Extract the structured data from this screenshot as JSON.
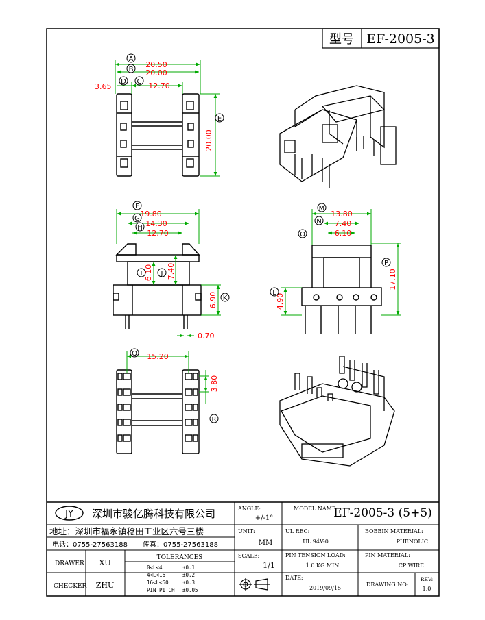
{
  "title_block": {
    "header_label": "型号",
    "header_model": "EF-2005-3",
    "logo": "JY",
    "company": "深圳市骏亿腾科技有限公司",
    "address": "地址：深圳市福永镇稔田工业区六号三楼",
    "tel": "电话：0755-27563188",
    "fax": "传真：0755-27563188",
    "angle_label": "ANGLE:",
    "angle_value": "+/-1°",
    "model_name_label": "MODEL NAME:",
    "model_name_value": "EF-2005-3 (5+5)",
    "unit_label": "UNIT:",
    "unit_value": "MM",
    "ul_rec_label": "UL REC:",
    "ul_rec_value": "UL 94V-0",
    "bobbin_material_label": "BOBBIN MATERIAL:",
    "bobbin_material_value": "PHENOLIC",
    "drawer_label": "DRAWER",
    "drawer_value": "XU",
    "tolerances_label": "TOLERANCES",
    "tol_rows": [
      {
        "range": "0<L<4",
        "tol": "±0.1"
      },
      {
        "range": "4<L<16",
        "tol": "±0.2"
      },
      {
        "range": "16<L<50",
        "tol": "±0.3"
      },
      {
        "range": "PIN PITCH",
        "tol": "±0.05"
      }
    ],
    "scale_label": "SCALE:",
    "scale_value": "1/1",
    "pin_tension_label": "PIN TENSION LOAD:",
    "pin_tension_value": "1.0 KG MIN",
    "pin_material_label": "PIN MATERIAL:",
    "pin_material_value": "CP WIRE",
    "checker_label": "CHECKER",
    "checker_value": "ZHU",
    "date_label": "DATE:",
    "date_value": "2019/09/15",
    "drawing_no_label": "DRAWING NO:",
    "rev_label": "REV:",
    "rev_value": "1.0"
  },
  "dims": {
    "A": "20.50",
    "B": "20.00",
    "C": "12.70",
    "D": "3.65",
    "E": "20.00",
    "F": "19.80",
    "G": "14.30",
    "H": "12.70",
    "I": "6.10",
    "J": "7.40",
    "K": "6.90",
    "pin_w": "0.70",
    "M": "13.80",
    "N": "7.40",
    "O": "6.10",
    "P": "17.10",
    "L": "4.90",
    "Q": "15.20",
    "R": "3.80"
  },
  "labels": {
    "A": "A",
    "B": "B",
    "C": "C",
    "D": "D",
    "E": "E",
    "F": "F",
    "G": "G",
    "H": "H",
    "I": "I",
    "J": "J",
    "K": "K",
    "L": "L",
    "M": "M",
    "N": "N",
    "O": "O",
    "P": "P",
    "Q": "Q",
    "R": "R"
  },
  "colors": {
    "dim": "#ff0000",
    "dimline": "#00aa00",
    "ink": "#000000"
  }
}
